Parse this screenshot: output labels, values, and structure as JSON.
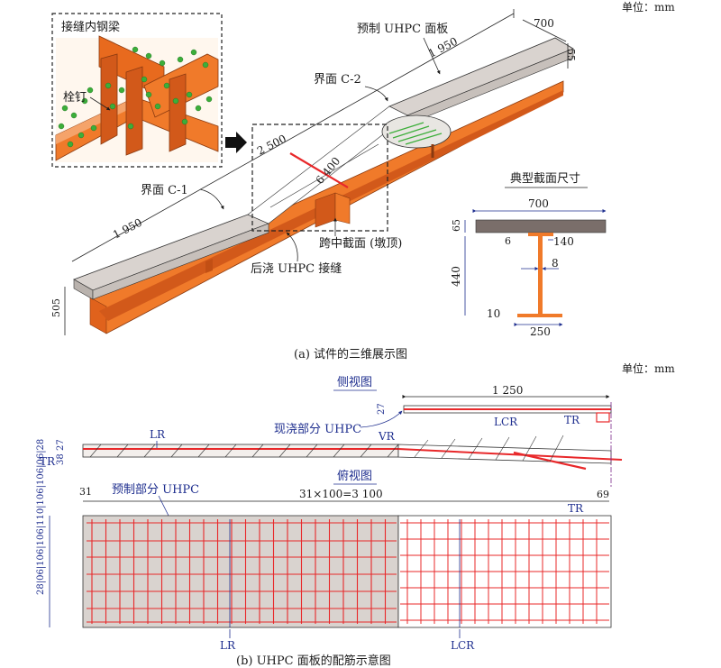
{
  "units_top": "单位：mm",
  "units_bottom": "单位：mm",
  "part_a": {
    "caption": "(a) 试件的三维展示图",
    "inset_title": "接缝内钢梁",
    "inset_stud": "栓钉",
    "precast_panel": "预制 UHPC 面板",
    "interface_c2": "界面 C-2",
    "interface_c1": "界面 C-1",
    "midspan": "跨中截面 (墩顶)",
    "cast_joint": "后浇 UHPC 接缝",
    "dim_700": "700",
    "dim_55": "55",
    "dim_1950_right": "1 950",
    "dim_2500": "2 500",
    "dim_6400": "6 400",
    "dim_1950_left": "1 950",
    "dim_505": "505"
  },
  "section": {
    "title": "典型截面尺寸",
    "width": "700",
    "thick": "65",
    "web_gap": "6",
    "top_flange": "140",
    "height": "440",
    "web": "8",
    "bottom_flange_t": "10",
    "bottom_flange_w": "250"
  },
  "part_b": {
    "caption": "(b) UHPC 面板的配筋示意图",
    "side_title": "侧视图",
    "top_title": "俯视图",
    "cast_part": "现浇部分 UHPC",
    "precast_part": "预制部分 UHPC",
    "label_lr": "LR",
    "label_lcr": "LCR",
    "label_vr": "VR",
    "label_tr": "TR",
    "dim_1250": "1 250",
    "dim_27_top": "27",
    "dim_27_left": "27",
    "dim_38": "38",
    "dim_31": "31",
    "dim_spacing": "31×100=3 100",
    "dim_69": "69",
    "left_dims": "28|06|106|106|110|106|106|06|28"
  },
  "colors": {
    "steel": "#f07a2a",
    "rebar": "#e8282a",
    "panel": "#d9d3cf",
    "dim_blue": "#1f2f8f",
    "stud": "#3cae3a"
  }
}
